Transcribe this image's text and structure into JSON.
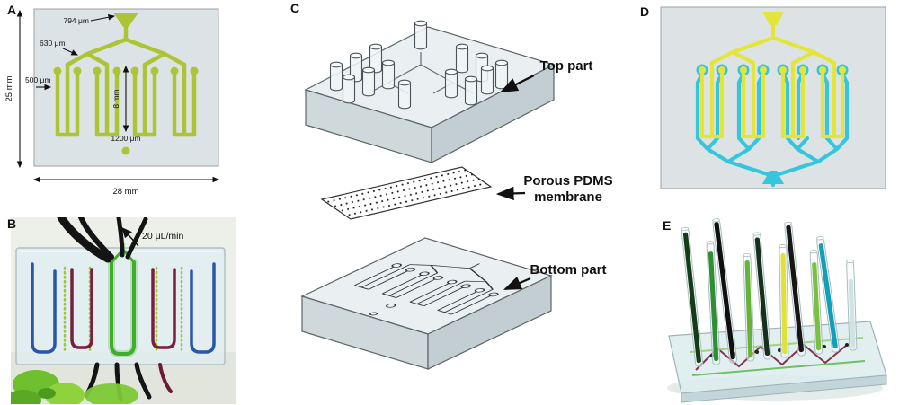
{
  "figure": {
    "panels": {
      "a": {
        "label": "A",
        "annotations": {
          "width_794": "794 μm",
          "width_630": "630 μm",
          "width_500": "500 μm",
          "length_8mm": "8 mm",
          "port_1200": "1200 μm",
          "chip_height": "25 mm",
          "chip_width": "28 mm"
        },
        "colors": {
          "chip": "#dce3e6",
          "channel": "#aec437"
        }
      },
      "b": {
        "label": "B",
        "flow_rate": "20 μL/min"
      },
      "c": {
        "label": "C",
        "callouts": {
          "top_part": "Top part",
          "membrane_line1": "Porous PDMS",
          "membrane_line2": "membrane",
          "bottom_part": "Bottom part"
        }
      },
      "d": {
        "label": "D",
        "colors": {
          "chip": "#dde3e5",
          "top_channels": "#e3e53a",
          "bottom_channels": "#35c6dd"
        }
      },
      "e": {
        "label": "E"
      }
    }
  }
}
